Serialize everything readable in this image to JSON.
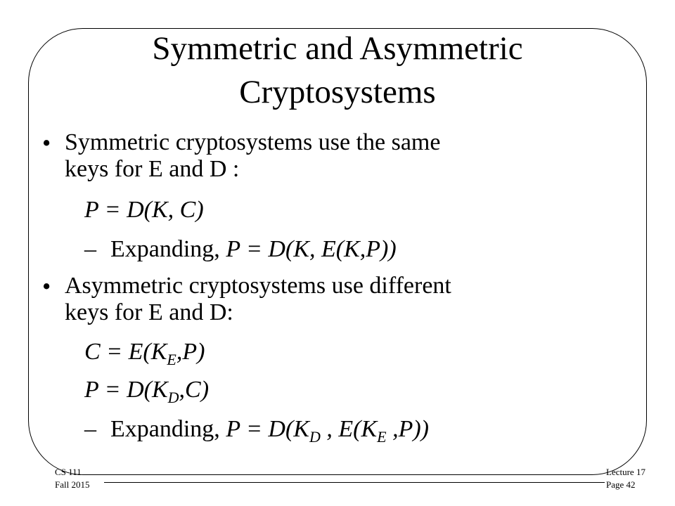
{
  "slide": {
    "title_line1": "Symmetric and Asymmetric",
    "title_line2": "Cryptosystems",
    "bullet_glyph": "•",
    "dash_glyph": "–",
    "bullet1": {
      "line1": "Symmetric cryptosystems use the same",
      "line2": "keys for E and D :",
      "formula": "P = D(K, C)",
      "sub_prefix": "Expanding,",
      "sub_formula": "P = D(K, E(K,P))"
    },
    "bullet2": {
      "line1": "Asymmetric cryptosystems use different",
      "line2": "keys for E and D:",
      "formula1_a": "C = E(K",
      "formula1_sub": "E",
      "formula1_b": ",P)",
      "formula2_a": "P = D(K",
      "formula2_sub": "D",
      "formula2_b": ",C)",
      "sub_prefix": "Expanding,",
      "sub_formula_a": "P = D(K",
      "sub_formula_sub1": "D",
      "sub_formula_b": " , E(K",
      "sub_formula_sub2": "E",
      "sub_formula_c": " ,P))"
    }
  },
  "footer": {
    "course": "CS 111",
    "term": "Fall 2015",
    "lecture": "Lecture 17",
    "page": "Page 42"
  }
}
